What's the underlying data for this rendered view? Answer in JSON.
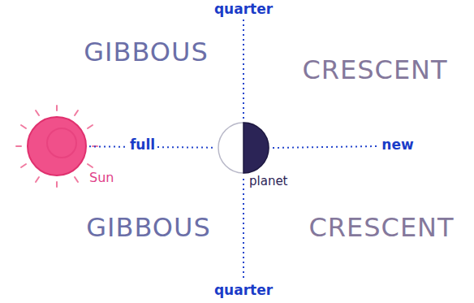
{
  "diagram": {
    "nodes": [
      {
        "text": [
          "Sun"
        ]
      },
      {
        "text": [
          "planet"
        ]
      }
    ],
    "edges": [
      {
        "from": 0,
        "to": 1,
        "arrow": "none",
        "label": "full"
      }
    ],
    "labels": [
      "quarter",
      "GIBBOUS",
      "CRESCENT",
      "new",
      "GIBBOUS",
      "CRESCENT",
      "quarter"
    ]
  }
}
